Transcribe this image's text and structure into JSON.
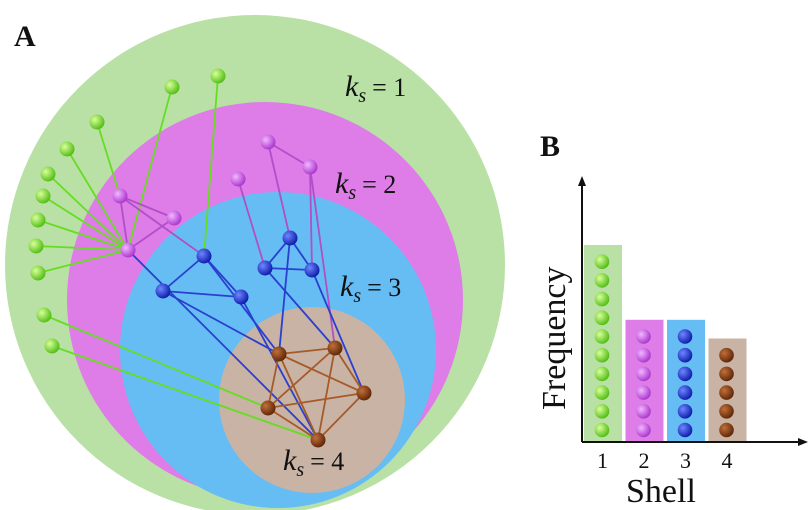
{
  "panel_a": {
    "letter": "A",
    "shells": [
      {
        "k": "k",
        "sub": "s",
        "eq": "= 1",
        "color": "#b9e0a5"
      },
      {
        "k": "k",
        "sub": "s",
        "eq": "= 2",
        "color": "#de7ce8"
      },
      {
        "k": "k",
        "sub": "s",
        "eq": "= 3",
        "color": "#66bdf4"
      },
      {
        "k": "k",
        "sub": "s",
        "eq": "= 4",
        "color": "#c8b3a4"
      }
    ],
    "node_colors": {
      "shell1": "#66dd22",
      "shell2": "#c94ee8",
      "shell3": "#1a2fd8",
      "shell4": "#8a3a10"
    },
    "edge_colors": {
      "shell1": "#66dd22",
      "shell2": "#b04fc8",
      "shell3": "#2a3fd0",
      "shell4": "#a65a28"
    }
  },
  "panel_b": {
    "letter": "B",
    "ylabel": "Frequency",
    "xlabel": "Shell"
  },
  "chart_data": {
    "type": "bar",
    "categories": [
      "1",
      "2",
      "3",
      "4"
    ],
    "values": [
      10,
      6,
      6,
      5
    ],
    "xlabel": "Shell",
    "ylabel": "Frequency",
    "colors": [
      "#b9e0a5",
      "#de7ce8",
      "#66bdf4",
      "#c8b3a4"
    ],
    "dot_colors": [
      "#66dd22",
      "#c94ee8",
      "#1a2fd8",
      "#8a3a10"
    ]
  }
}
